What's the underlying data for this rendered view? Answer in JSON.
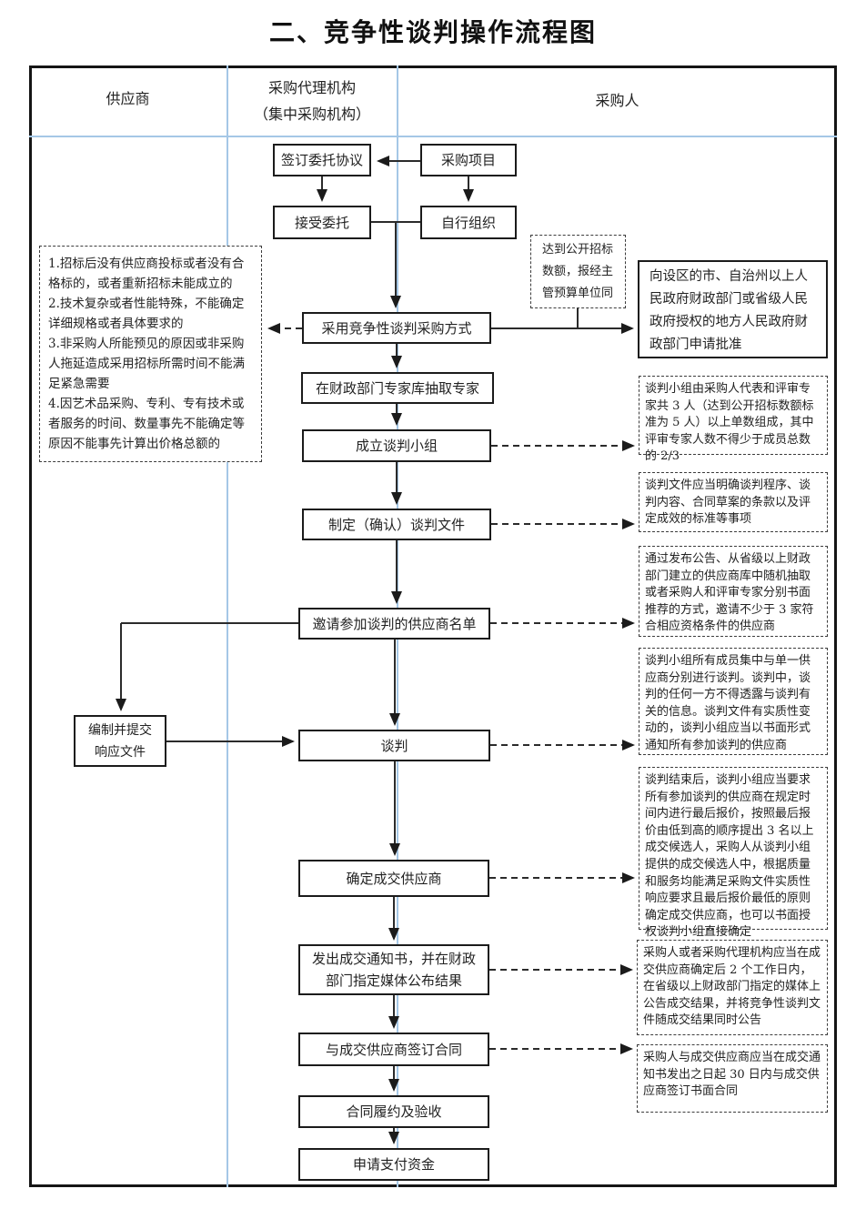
{
  "title": "二、竞争性谈判操作流程图",
  "header": {
    "supplier": "供应商",
    "agency_line1": "采购代理机构",
    "agency_line2": "（集中采购机构）",
    "purchaser": "采购人"
  },
  "boxes": {
    "sign_agreement": "签订委托协议",
    "procurement_project": "采购项目",
    "accept_entrustment": "接受委托",
    "self_organize": "自行组织",
    "adopt_method": "采用竞争性谈判采购方式",
    "draw_experts": "在财政部门专家库抽取专家",
    "form_team": "成立谈判小组",
    "make_documents": "制定（确认）谈判文件",
    "invite_list": "邀请参加谈判的供应商名单",
    "negotiate": "谈判",
    "determine_supplier": "确定成交供应商",
    "issue_notice": "发出成交通知书，并在财政部门指定媒体公布结果",
    "sign_contract": "与成交供应商签订合同",
    "perform_accept": "合同履约及验收",
    "apply_funds": "申请支付资金",
    "prepare_response": "编制并提交响应文件",
    "apply_approval": "向设区的市、自治州以上人民政府财政部门或省级人民政府授权的地方人民政府财政部门申请批准"
  },
  "notes": {
    "conditions": [
      "1.招标后没有供应商投标或者没有合格标的，或者重新招标未能成立的",
      "2.技术复杂或者性能特殊，不能确定详细规格或者具体要求的",
      "3.非采购人所能预见的原因或非采购人拖延造成采用招标所需时间不能满足紧急需要",
      "4.因艺术品采购、专利、专有技术或者服务的时间、数量事先不能确定等原因不能事先计算出价格总额的"
    ],
    "threshold": "达到公开招标数额，报经主管预算单位同",
    "team_composition": "谈判小组由采购人代表和评审专家共 3 人（达到公开招标数额标准为 5 人）以上单数组成，其中评审专家人数不得少于成员总数的 2/3",
    "document_rules": "谈判文件应当明确谈判程序、谈判内容、合同草案的条款以及评定成效的标准等事项",
    "invitation_rules": "通过发布公告、从省级以上财政部门建立的供应商库中随机抽取或者采购人和评审专家分别书面推荐的方式，邀请不少于 3 家符合相应资格条件的供应商",
    "negotiation_rules": "谈判小组所有成员集中与单一供应商分别进行谈判。谈判中，谈判的任何一方不得透露与谈判有关的信息。谈判文件有实质性变动的，谈判小组应当以书面形式通知所有参加谈判的供应商",
    "final_quote_rules": "谈判结束后，谈判小组应当要求所有参加谈判的供应商在规定时间内进行最后报价，按照最后报价由低到高的顺序提出 3 名以上成交候选人，采购人从谈判小组提供的成交候选人中，根据质量和服务均能满足采购文件实质性响应要求且最后报价最低的原则确定成交供应商，也可以书面授权谈判小组直接确定",
    "announcement_rules": "采购人或者采购代理机构应当在成交供应商确定后 2 个工作日内，在省级以上财政部门指定的媒体上公告成交结果，并将竞争性谈判文件随成交结果同时公告",
    "contract_deadline": "采购人与成交供应商应当在成交通知书发出之日起 30 日内与成交供应商签订书面合同"
  },
  "colors": {
    "lane_divider": "#a5c7e6",
    "frame_border": "#151515",
    "box_border": "#1b1b1b"
  }
}
